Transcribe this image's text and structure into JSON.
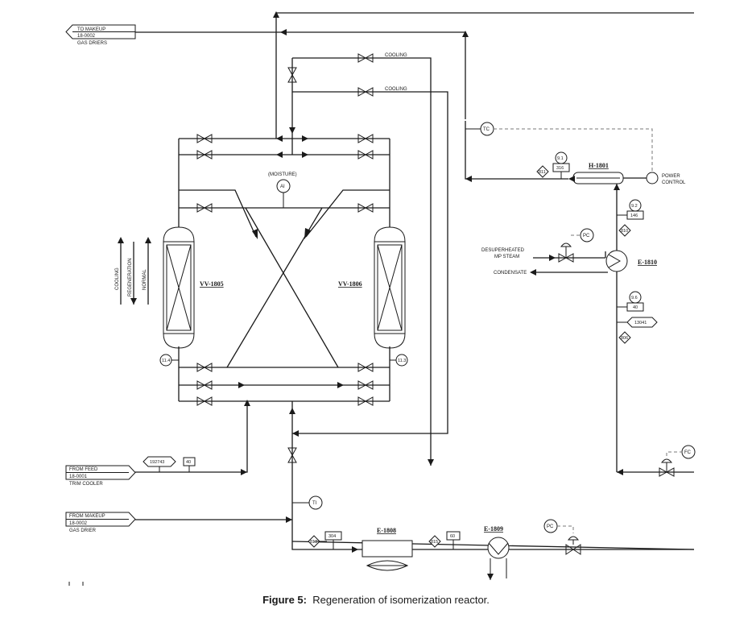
{
  "equipment": {
    "vv1805": "VV-1805",
    "vv1806": "VV-1806",
    "h1801": "H-1801",
    "e1810": "E-1810",
    "e1808": "E-1808",
    "e1809": "E-1809"
  },
  "streams": {
    "to_makeup": [
      "TO MAKEUP",
      "18-0002",
      "GAS DRIERS"
    ],
    "from_feed": [
      "FROM FEED",
      "18-0001",
      "TRIM COOLER"
    ],
    "from_makeup": [
      "FROM MAKEUP",
      "18-0002",
      "GAS DRIER"
    ],
    "cooling_1": "COOLING",
    "cooling_2": "COOLING",
    "desuperheated": [
      "DESUPERHEATED",
      "MP STEAM"
    ],
    "condensate": "CONDENSATE",
    "power_control": [
      "POWER",
      "CONTROL"
    ]
  },
  "modes": {
    "cooling": "COOLING",
    "regeneration": "REGENERATION",
    "normal": "NORMAL"
  },
  "instruments": {
    "moisture": "(MOISTURE)",
    "ai": "AI",
    "tc": "TC",
    "pc_steam": "PC",
    "pc_bottom": "PC",
    "ti": "TI",
    "fc": "FC"
  },
  "tags": {
    "p91": "9.1",
    "v316": "316",
    "d811": "811",
    "p92": "9.2",
    "v146": "146",
    "d810": "810",
    "p96": "9.6",
    "v40a": "40",
    "v13041": "13041",
    "d806": "806",
    "v192743": "192743",
    "v40b": "40",
    "d813": "813",
    "v304": "304",
    "d815": "815",
    "v60": "60",
    "p114": "11.4",
    "p113": "11.3"
  },
  "caption": {
    "label": "Figure 5",
    "colon": ":",
    "text": "Regeneration of isomerization reactor."
  }
}
